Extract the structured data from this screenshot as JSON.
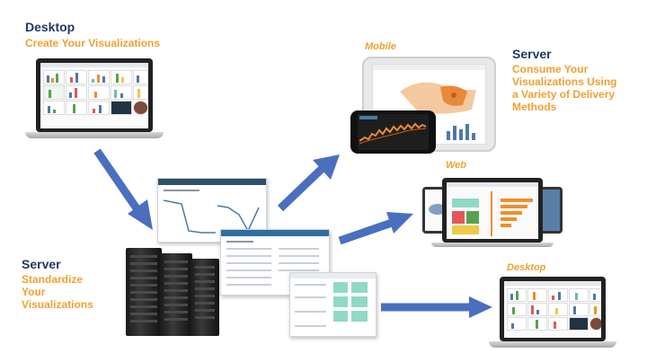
{
  "desktop_top": {
    "title": "Desktop",
    "subtitle": "Create Your Visualizations"
  },
  "server_left": {
    "title": "Server",
    "subtitle_lines": [
      "Standardize",
      "Your",
      "Visualizations"
    ]
  },
  "server_right": {
    "title": "Server",
    "subtitle_lines": [
      "Consume Your",
      "Visualizations Using",
      "a Variety of Delivery",
      "Methods"
    ]
  },
  "labels": {
    "mobile": "Mobile",
    "web": "Web",
    "desktop_bottom": "Desktop"
  },
  "colors": {
    "heading": "#1f3864",
    "accent": "#f0a030",
    "arrow": "#4a6fbf"
  }
}
